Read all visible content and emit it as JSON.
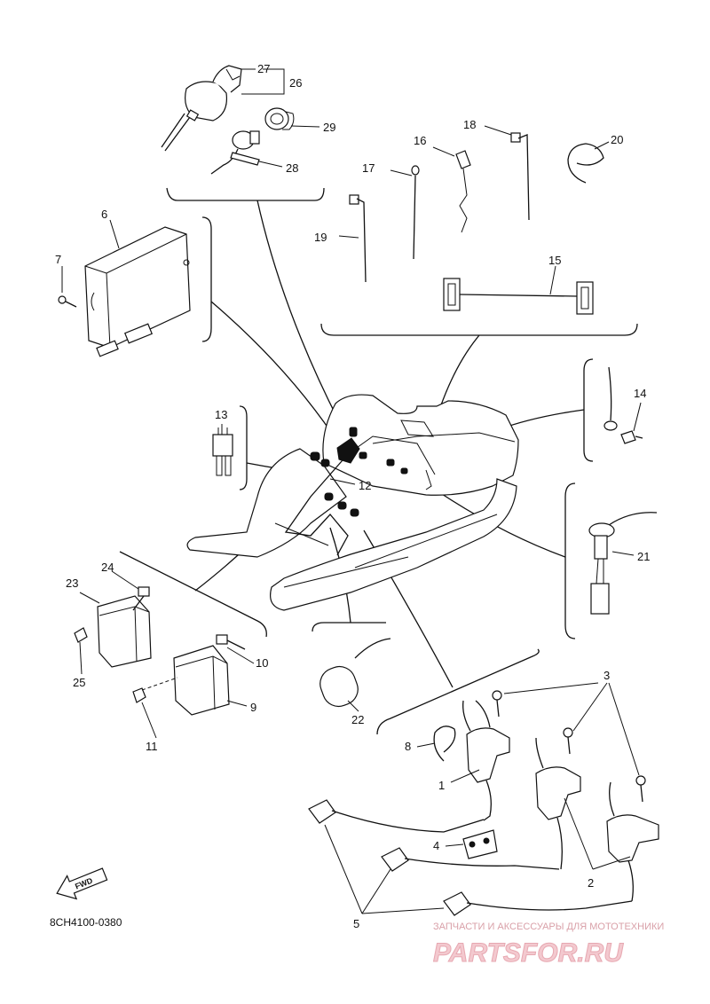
{
  "diagram": {
    "part_numbers": [
      "1",
      "2",
      "3",
      "4",
      "5",
      "6",
      "7",
      "8",
      "9",
      "10",
      "11",
      "12",
      "13",
      "14",
      "15",
      "16",
      "17",
      "18",
      "19",
      "20",
      "21",
      "22",
      "23",
      "24",
      "25",
      "26",
      "27",
      "28",
      "29"
    ],
    "fwd_label": "FWD",
    "drawing_code": "8CH4100-0380"
  },
  "watermark": {
    "tagline": "ЗАПЧАСТИ И АКСЕССУАРЫ ДЛЯ МОТОТЕХНИКИ",
    "brand": "PARTSFOR.RU"
  }
}
